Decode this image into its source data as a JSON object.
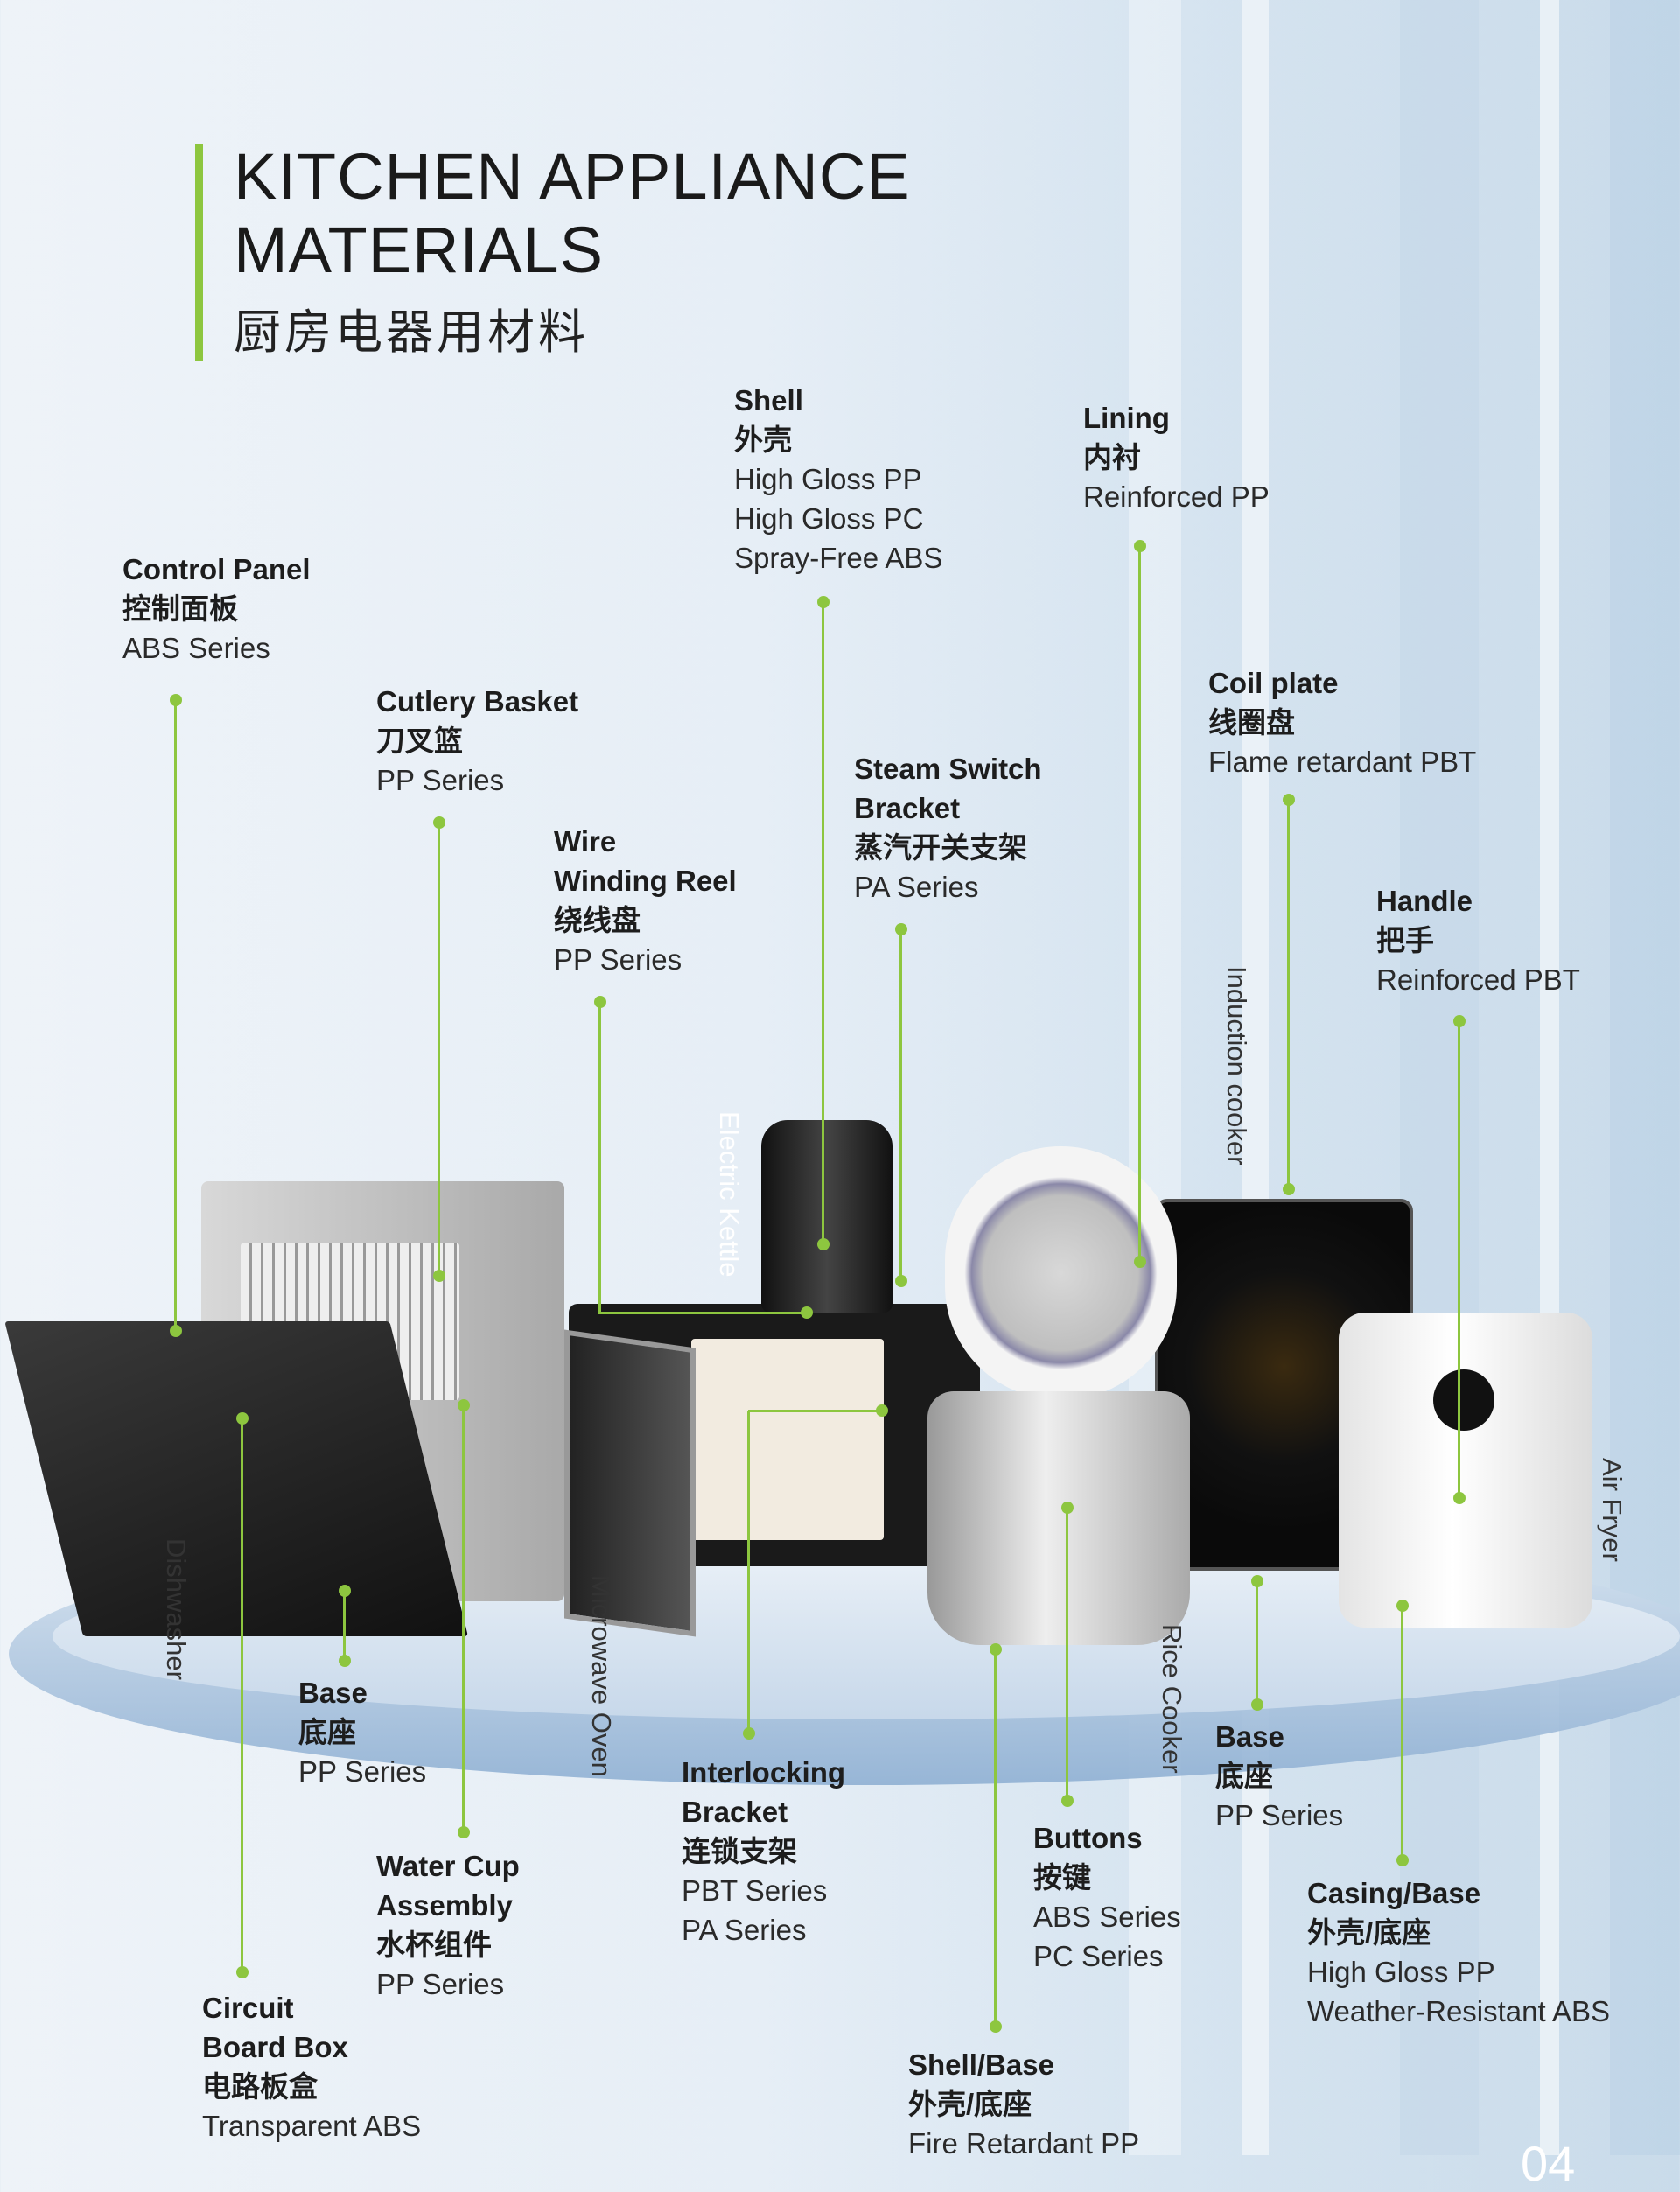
{
  "header": {
    "title_line1": "KITCHEN APPLIANCE",
    "title_line2": "MATERIALS",
    "title_cn": "厨房电器用材料"
  },
  "appliances": {
    "dishwasher": "Dishwasher",
    "microwave": "Microwave Oven",
    "kettle": "Electric Kettle",
    "induction": "Induction cooker",
    "rice_cooker": "Rice Cooker",
    "air_fryer": "Air Fryer"
  },
  "labels": [
    {
      "title": "Shell",
      "cn": "外壳",
      "materials": [
        "High Gloss PP",
        "High Gloss PC",
        "Spray-Free ABS"
      ]
    },
    {
      "title": "Lining",
      "cn": "内衬",
      "materials": [
        "Reinforced PP"
      ]
    },
    {
      "title": "Control Panel",
      "cn": "控制面板",
      "materials": [
        "ABS Series"
      ]
    },
    {
      "title": "Cutlery Basket",
      "cn": "刀叉篮",
      "materials": [
        "PP Series"
      ]
    },
    {
      "title": "Wire",
      "title2": "Winding Reel",
      "cn": "绕线盘",
      "materials": [
        "PP Series"
      ]
    },
    {
      "title": "Steam Switch",
      "title2": "Bracket",
      "cn": "蒸汽开关支架",
      "materials": [
        "PA Series"
      ]
    },
    {
      "title": "Coil plate",
      "cn": "线圈盘",
      "materials": [
        "Flame retardant PBT"
      ]
    },
    {
      "title": "Handle",
      "cn": "把手",
      "materials": [
        "Reinforced PBT"
      ]
    },
    {
      "title": "Base",
      "cn": "底座",
      "materials": [
        "PP Series"
      ]
    },
    {
      "title": "Water Cup",
      "title2": "Assembly",
      "cn": "水杯组件",
      "materials": [
        "PP Series"
      ]
    },
    {
      "title": "Circuit",
      "title2": "Board Box",
      "cn": "电路板盒",
      "materials": [
        "Transparent ABS"
      ]
    },
    {
      "title": "Interlocking",
      "title2": "Bracket",
      "cn": "连锁支架",
      "materials": [
        "PBT Series",
        "PA Series"
      ]
    },
    {
      "title": "Buttons",
      "cn": "按键",
      "materials": [
        "ABS Series",
        "PC Series"
      ]
    },
    {
      "title": "Shell/Base",
      "cn": "外壳/底座",
      "materials": [
        "Fire Retardant PP"
      ]
    },
    {
      "title": "Base",
      "cn": "底座",
      "materials": [
        "PP Series"
      ]
    },
    {
      "title": "Casing/Base",
      "cn": "外壳/底座",
      "materials": [
        "High Gloss PP",
        "Weather-Resistant ABS"
      ]
    }
  ],
  "page_number": "04",
  "colors": {
    "accent": "#8dc63f"
  }
}
